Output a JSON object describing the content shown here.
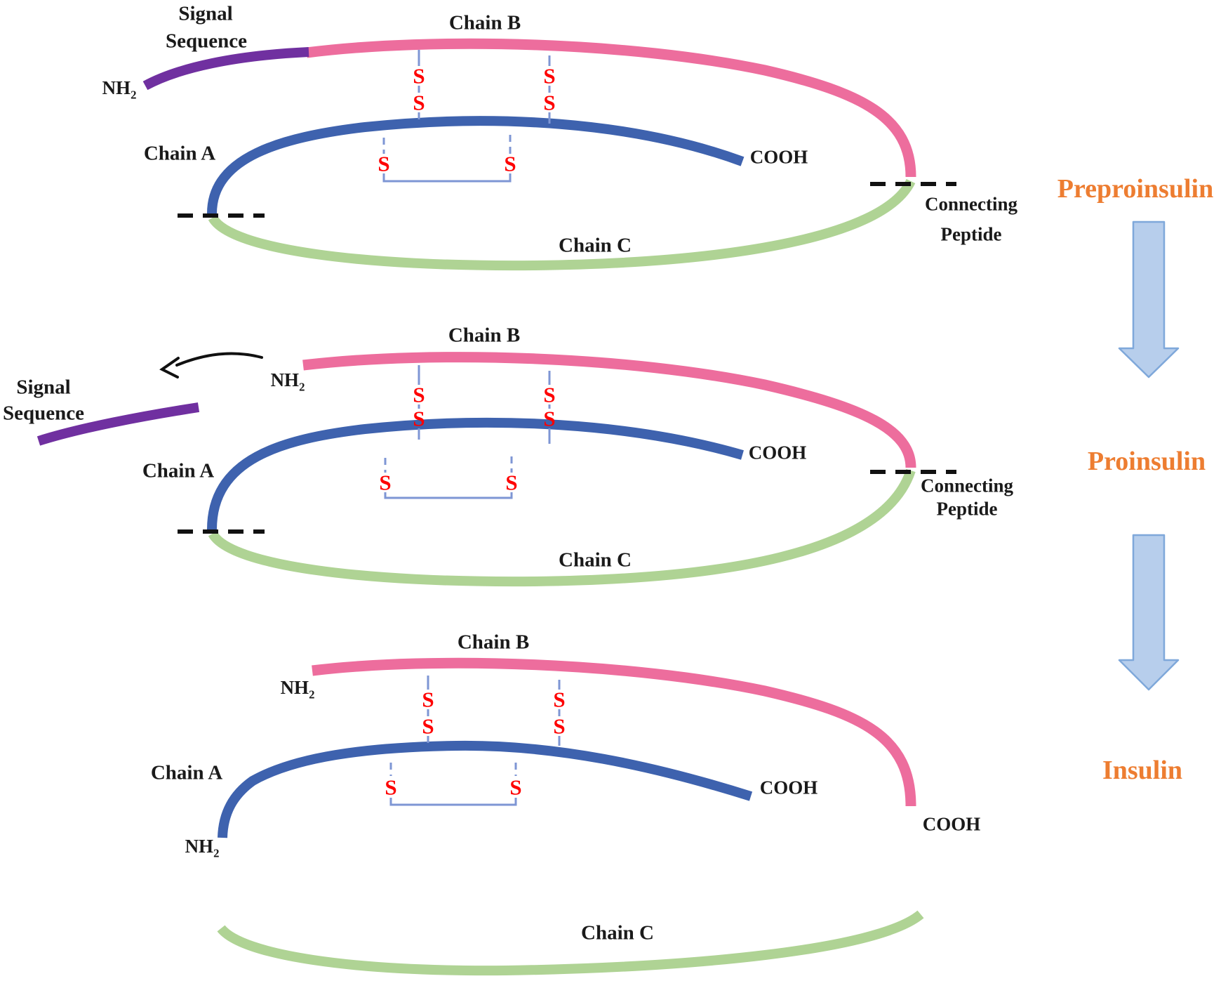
{
  "labels": {
    "signal_line1": "Signal",
    "signal_line2": "Sequence",
    "chain_a": "Chain A",
    "chain_b": "Chain B",
    "chain_c": "Chain C",
    "nh": "NH",
    "nh_sub": "2",
    "cooh": "COOH",
    "connecting_line1": "Connecting",
    "connecting_line2": "Peptide",
    "disulfide": "S"
  },
  "stages": {
    "first": "Preproinsulin",
    "second": "Proinsulin",
    "third": "Insulin"
  },
  "colors": {
    "chain_b_pink": "#ED6D9D",
    "chain_a_blue": "#3E62AE",
    "chain_c_green": "#AFD394",
    "signal_purple": "#7030A0",
    "disulfide_red": "#FE0000",
    "bond_line": "#7E96D4",
    "cleavage_black": "#111111",
    "stage_label_orange": "#ED7D31",
    "process_arrow_fill": "#B7CEEC",
    "process_arrow_border": "#7FA8DA",
    "text_black": "#1A1A1A"
  }
}
